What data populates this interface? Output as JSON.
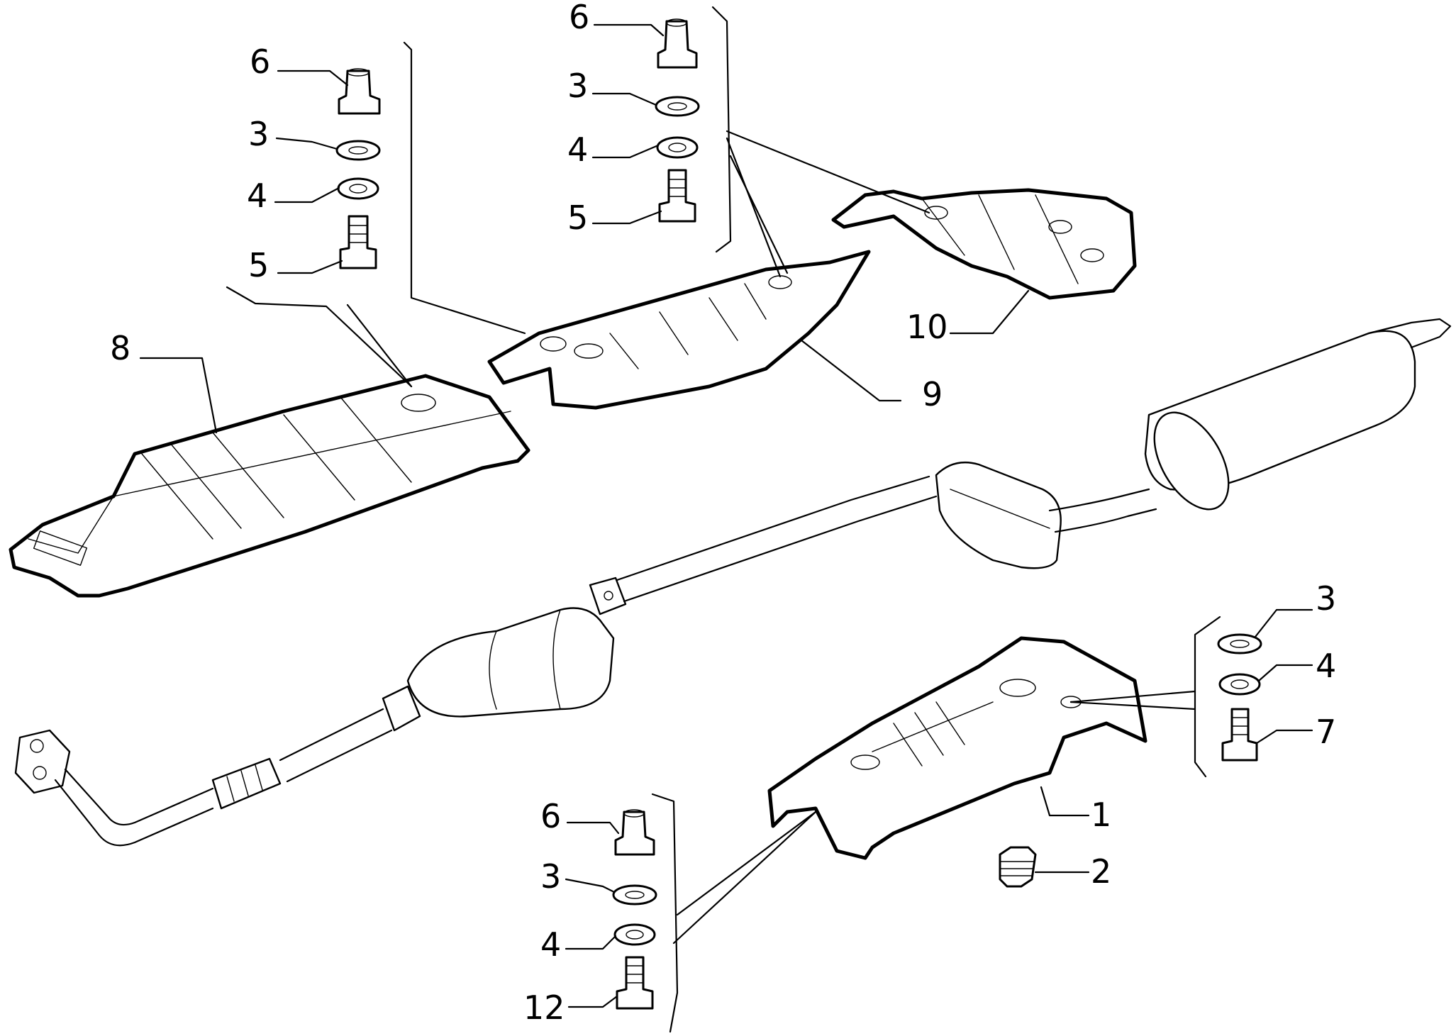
{
  "callouts": [
    {
      "id": "c1",
      "text": "1"
    },
    {
      "id": "c2",
      "text": "2"
    },
    {
      "id": "c3a",
      "text": "3"
    },
    {
      "id": "c3b",
      "text": "3"
    },
    {
      "id": "c3c",
      "text": "3"
    },
    {
      "id": "c3d",
      "text": "3"
    },
    {
      "id": "c4a",
      "text": "4"
    },
    {
      "id": "c4b",
      "text": "4"
    },
    {
      "id": "c4c",
      "text": "4"
    },
    {
      "id": "c4d",
      "text": "4"
    },
    {
      "id": "c5a",
      "text": "5"
    },
    {
      "id": "c5b",
      "text": "5"
    },
    {
      "id": "c6a",
      "text": "6"
    },
    {
      "id": "c6b",
      "text": "6"
    },
    {
      "id": "c6c",
      "text": "6"
    },
    {
      "id": "c7",
      "text": "7"
    },
    {
      "id": "c8",
      "text": "8"
    },
    {
      "id": "c9",
      "text": "9"
    },
    {
      "id": "c10",
      "text": "10"
    },
    {
      "id": "c12",
      "text": "12"
    }
  ]
}
